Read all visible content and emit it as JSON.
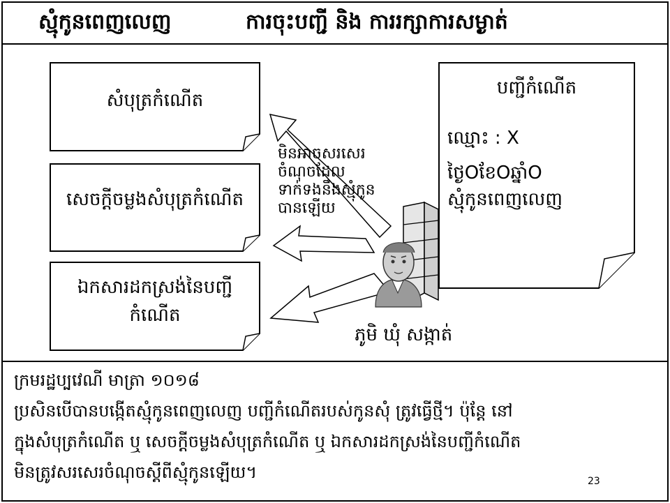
{
  "header": {
    "left_title": "ស្មុំកូនពេញលេញ",
    "right_title": "ការចុះបញ្ជី និង ការរក្សាការសម្ងាត់"
  },
  "documents": [
    {
      "label": "សំបុត្រកំណើត"
    },
    {
      "label": "សេចក្តីចម្លងសំបុត្រកំណើត"
    },
    {
      "label_line1": "ឯកសារដកស្រង់នៃបញ្ជី",
      "label_line2": "កំណើត"
    }
  ],
  "register": {
    "title": "បញ្ជីកំណើត",
    "name_line": "ឈ្មោះ : X",
    "date_line": "ថ្ងៃOខែOឆ្នាំO",
    "status_line": "ស្មុំកូនពេញលេញ"
  },
  "arrow_note": {
    "lines": [
      "មិនអាចសរសេរ",
      "ចំណុចដែល",
      "ទាក់ទងនឹងស្មុំកូន",
      "បានឡើយ"
    ]
  },
  "office_label": "ភូមិ ឃុំ សង្កាត់",
  "footer": {
    "lines": [
      "ក្រមរដ្ឋប្បវេណី មាត្រា ១០១៨",
      "ប្រសិនបើបានបង្កើតស្មុំកូនពេញលេញ បញ្ជីកំណើតរបស់កូនសុំ ត្រូវធ្វើថ្មី។ ប៉ុន្តែ នៅ",
      "ក្នុងសំបុត្រកំណើត ឬ សេចក្តីចម្លងសំបុត្រកំណើត ឬ ឯកសារដកស្រង់នៃបញ្ជីកំណើត",
      "មិនត្រូវសរសេរចំណុចស្តីពីស្មុំកូនឡើយ។"
    ],
    "page_number": "23"
  }
}
